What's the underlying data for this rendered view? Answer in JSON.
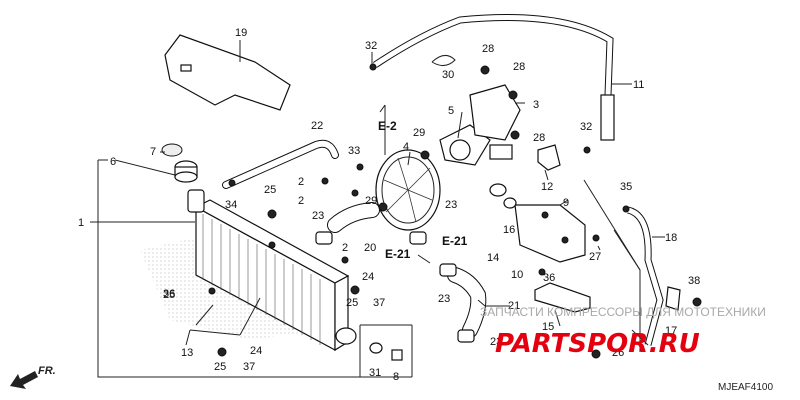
{
  "diagram_code": "MJEAF4100",
  "front_label": "FR.",
  "watermark": {
    "text": "ЗАПЧАСТИ КОМПРЕССОРЫ ДЛЯ МОТОТЕХНИКИ",
    "logo_text": "PARTSPOR.RU"
  },
  "section_refs": [
    "E-2",
    "E-21",
    "E-21"
  ],
  "callouts": [
    "1",
    "2",
    "2",
    "2",
    "3",
    "4",
    "5",
    "6",
    "7",
    "8",
    "9",
    "10",
    "11",
    "12",
    "13",
    "14",
    "15",
    "16",
    "17",
    "18",
    "19",
    "20",
    "21",
    "22",
    "23",
    "23",
    "23",
    "23",
    "24",
    "24",
    "25",
    "25",
    "25",
    "25",
    "26",
    "27",
    "28",
    "28",
    "28",
    "29",
    "29",
    "30",
    "31",
    "32",
    "32",
    "33",
    "34",
    "35",
    "36",
    "36",
    "37",
    "37",
    "38"
  ]
}
